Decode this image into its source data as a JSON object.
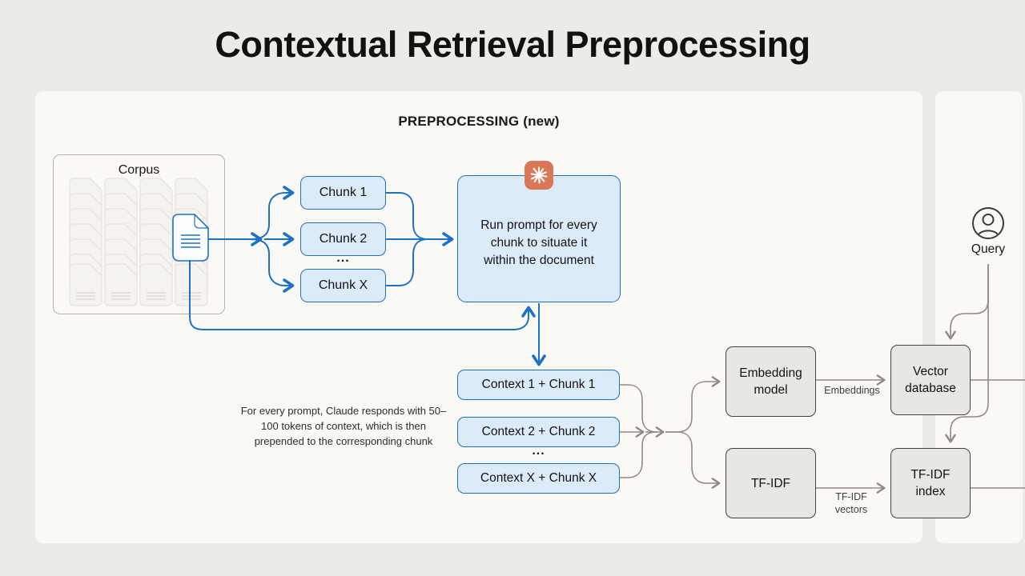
{
  "title": "Contextual Retrieval Preprocessing",
  "colors": {
    "accent_blue": "#1e72c2",
    "light_blue_fill": "#dcebf9",
    "gray_box_fill": "#e9e7e1",
    "claude_orange": "#d97757",
    "background": "#edebe6",
    "panel": "#faf9f5"
  },
  "preprocessing": {
    "header": "PREPROCESSING (new)",
    "corpus": {
      "label": "Corpus"
    },
    "chunks": {
      "items": [
        "Chunk 1",
        "Chunk 2",
        "Chunk X"
      ],
      "ellipsis": "..."
    },
    "prompt_box": "Run prompt for every chunk to situate it within the document",
    "caption": "For every prompt, Claude responds with 50–100 tokens of context, which is then prepended to the corresponding chunk",
    "contexts": {
      "items": [
        "Context 1 + Chunk 1",
        "Context 2 + Chunk 2",
        "Context X + Chunk X"
      ],
      "ellipsis": "..."
    },
    "embedding_model": "Embedding model",
    "embeddings_label": "Embeddings",
    "tfidf": "TF-IDF",
    "tfidf_vectors_label": "TF-IDF vectors",
    "vector_database": "Vector database",
    "tfidf_index": "TF-IDF index"
  },
  "query_panel": {
    "query_label": "Query"
  }
}
